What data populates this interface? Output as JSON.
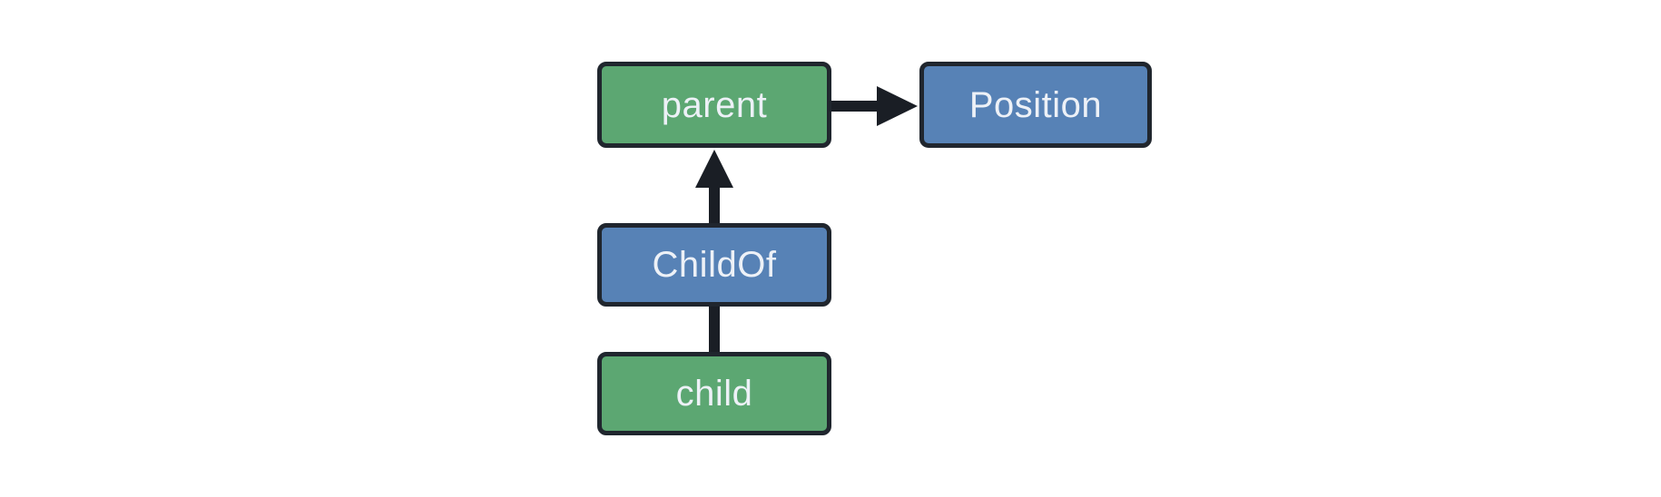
{
  "diagram": {
    "nodes": [
      {
        "id": "parent",
        "label": "parent",
        "fill": "#5CA772"
      },
      {
        "id": "Position",
        "label": "Position",
        "fill": "#5782B6"
      },
      {
        "id": "ChildOf",
        "label": "ChildOf",
        "fill": "#5782B6"
      },
      {
        "id": "child",
        "label": "child",
        "fill": "#5CA772"
      }
    ],
    "edges": [
      {
        "from": "parent",
        "to": "Position",
        "style": "arrow",
        "direction": "right"
      },
      {
        "from": "ChildOf",
        "to": "parent",
        "style": "arrow",
        "direction": "up"
      },
      {
        "from": "child",
        "to": "ChildOf",
        "style": "line",
        "direction": "up"
      }
    ],
    "colors": {
      "entity_fill": "#5CA772",
      "component_fill": "#5782B6",
      "node_border": "#20262E",
      "edge": "#1A1E25",
      "label_text": "#EDF1F7",
      "background": "#FFFFFF"
    }
  }
}
